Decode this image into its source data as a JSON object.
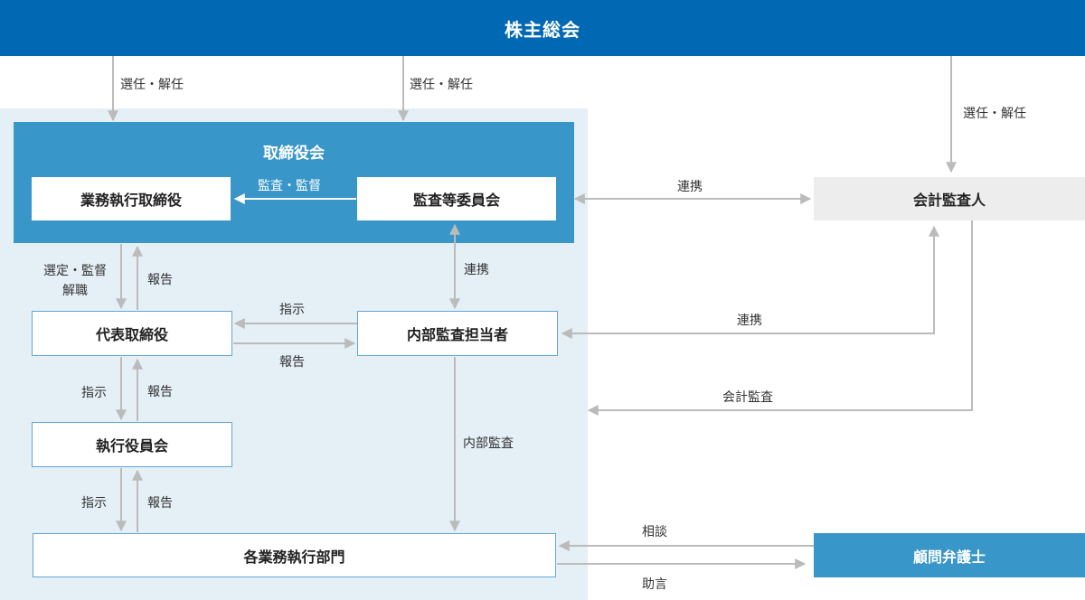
{
  "header": {
    "title": "株主総会"
  },
  "board": {
    "title": "取締役会"
  },
  "nodes": {
    "executive_directors": "業務執行取締役",
    "audit_committee": "監査等委員会",
    "accounting_auditor": "会計監査人",
    "representative_director": "代表取締役",
    "internal_audit_staff": "内部監査担当者",
    "executive_officers_committee": "執行役員会",
    "business_departments": "各業務執行部門",
    "legal_advisor": "顧問弁護士"
  },
  "labels": {
    "elect_dismiss_1": "選任・解任",
    "elect_dismiss_2": "選任・解任",
    "elect_dismiss_3": "選任・解任",
    "audit_supervise": "監査・監督",
    "cooperation_auditor_committee": "連携",
    "select_supervise_line1": "選定・監督",
    "select_supervise_line2": "解職",
    "report_1": "報告",
    "cooperation_committee_internal": "連携",
    "instruction_1": "指示",
    "report_2": "報告",
    "cooperation_auditor_internal": "連携",
    "instruction_2": "指示",
    "report_3": "報告",
    "accounting_audit": "会計監査",
    "internal_audit": "内部監査",
    "instruction_3": "指示",
    "report_4": "報告",
    "consultation": "相談",
    "advice": "助言"
  }
}
